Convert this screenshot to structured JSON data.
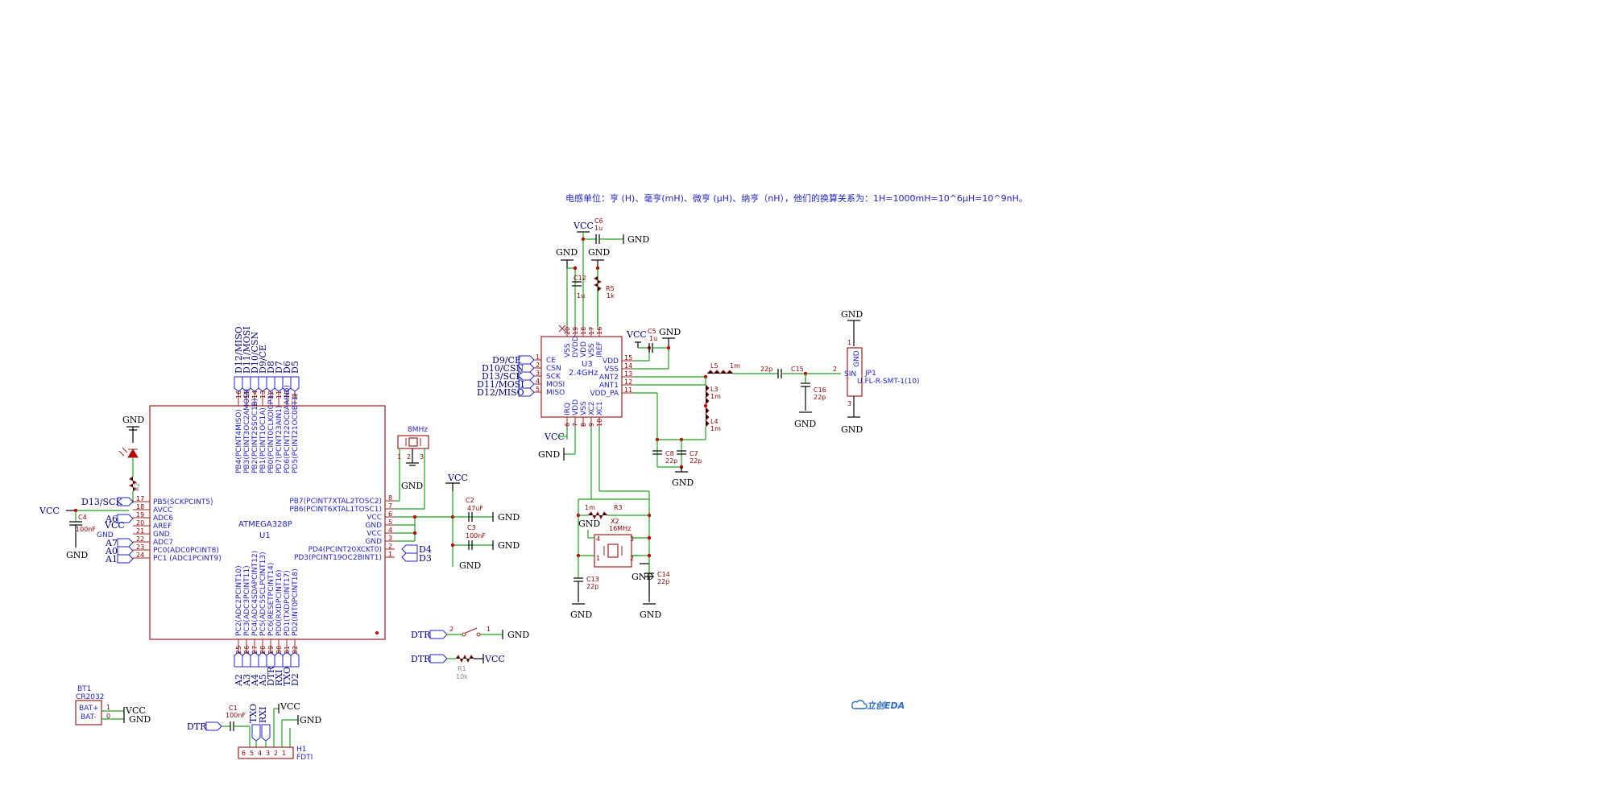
{
  "note": "电感单位：亨 (H)、毫亨(mH)、微亨 (μH)、纳亨（nH），他们的换算关系为：1H=1000mH=10^6μH=10^9nH。",
  "logo": "立创EDA",
  "mcu": {
    "name": "ATMEGA328P",
    "ref": "U1",
    "left_pins": [
      {
        "num": "17",
        "name": "PB5(SCKPCINT5)",
        "net": "D13/SCK"
      },
      {
        "num": "18",
        "name": "AVCC",
        "net": ""
      },
      {
        "num": "19",
        "name": "ADC6",
        "net": "A6"
      },
      {
        "num": "20",
        "name": "AREF",
        "net": ""
      },
      {
        "num": "21",
        "name": "GND",
        "net": ""
      },
      {
        "num": "22",
        "name": "ADC7",
        "net": "A7"
      },
      {
        "num": "23",
        "name": "PC0(ADC0PCINT8)",
        "net": "A0"
      },
      {
        "num": "24",
        "name": "PC1 (ADC1PCINT9)",
        "net": "A1"
      }
    ],
    "right_pins": [
      {
        "num": "8",
        "name": "PB7(PCINT7XTAL2TOSC2)"
      },
      {
        "num": "7",
        "name": "PB6(PCINT6XTAL1TOSC1)"
      },
      {
        "num": "6",
        "name": "VCC"
      },
      {
        "num": "5",
        "name": "GND"
      },
      {
        "num": "4",
        "name": "VCC"
      },
      {
        "num": "3",
        "name": "GND"
      },
      {
        "num": "2",
        "name": "PD4(PCINT20XCKT0)",
        "net": "D4"
      },
      {
        "num": "1",
        "name": "PD3(PCINT19OC2BINT1)",
        "net": "D3"
      }
    ],
    "top_pins": [
      {
        "num": "16",
        "name": "PB4(PCINT4MISO)",
        "net": "D12/MISO"
      },
      {
        "num": "15",
        "name": "PB3(PCINT3OC2AMOSI)",
        "net": "D11/MOSI"
      },
      {
        "num": "14",
        "name": "PB2(PCINT2SSOC1B)",
        "net": "D10/CSN"
      },
      {
        "num": "13",
        "name": "PB1(PCINT1OC1A)",
        "net": "D9/CE"
      },
      {
        "num": "12",
        "name": "PB0(PCINT0CLKOICP1)",
        "net": "D8"
      },
      {
        "num": "11",
        "name": "PD7(PCINT23AIN1)",
        "net": "D7"
      },
      {
        "num": "10",
        "name": "PD6(PCINT22OC0AAIN0)",
        "net": "D6"
      },
      {
        "num": "9",
        "name": "PD5(PCINT21OC0BT1)",
        "net": "D5"
      }
    ],
    "bottom_pins": [
      {
        "num": "25",
        "name": "PC2(ADC2PCINT10)",
        "net": "A2"
      },
      {
        "num": "26",
        "name": "PC3(ADC3PCINT11)",
        "net": "A3"
      },
      {
        "num": "27",
        "name": "PC4(ADC4SDAPCINT12)",
        "net": "A4"
      },
      {
        "num": "28",
        "name": "PC5(ADC5SCLPCINT13)",
        "net": "A5"
      },
      {
        "num": "29",
        "name": "PC6(RESETPCINT14)",
        "net": "DTR"
      },
      {
        "num": "30",
        "name": "PD0(RXDPCINT16)",
        "net": "RXI"
      },
      {
        "num": "31",
        "name": "PD1(TXDPCINT17)",
        "net": "TXO"
      },
      {
        "num": "32",
        "name": "PD2(INT0PCINT18)",
        "net": "D2"
      }
    ]
  },
  "rf": {
    "name": "2.4GHz",
    "ref": "U3",
    "left_pins": [
      {
        "num": "1",
        "name": "CE",
        "net": "D9/CE"
      },
      {
        "num": "2",
        "name": "CSN",
        "net": "D10/CSN"
      },
      {
        "num": "3",
        "name": "SCK",
        "net": "D13/SCK"
      },
      {
        "num": "4",
        "name": "MOSI",
        "net": "D11/MOSI"
      },
      {
        "num": "5",
        "name": "MISO",
        "net": "D12/MISO"
      }
    ],
    "top_pins": [
      {
        "num": "20",
        "name": "VSS"
      },
      {
        "num": "19",
        "name": "DVDD"
      },
      {
        "num": "18",
        "name": "VDD"
      },
      {
        "num": "17",
        "name": "VSS"
      },
      {
        "num": "16",
        "name": "IREF"
      }
    ],
    "right_pins": [
      {
        "num": "15",
        "name": "VDD"
      },
      {
        "num": "14",
        "name": "VSS"
      },
      {
        "num": "13",
        "name": "ANT2"
      },
      {
        "num": "12",
        "name": "ANT1"
      },
      {
        "num": "11",
        "name": "VDD_PA"
      }
    ],
    "bottom_pins": [
      {
        "num": "6",
        "name": "IRQ"
      },
      {
        "num": "7",
        "name": "VDD"
      },
      {
        "num": "8",
        "name": "VSS"
      },
      {
        "num": "9",
        "name": "XC2"
      },
      {
        "num": "10",
        "name": "XC1"
      }
    ]
  },
  "labels": {
    "vcc": "VCC",
    "gnd": "GND",
    "dtr": "DTR",
    "d13sck": "D13/SCK",
    "a6": "A6",
    "a7": "A7",
    "a0": "A0",
    "a1": "A1",
    "d4": "D4",
    "d3": "D3",
    "d9ce": "D9/CE",
    "d10csn": "D10/CSN",
    "d13sck2": "D13/SCK",
    "d11mosi": "D11/MOSI",
    "d12miso": "D12/MISO",
    "txo": "TXO",
    "rxi": "RXI"
  },
  "components": {
    "c4": {
      "ref": "C4",
      "value": "100nF"
    },
    "c1": {
      "ref": "C1",
      "value": "100nF"
    },
    "c2": {
      "ref": "C2",
      "value": "47uF"
    },
    "c3": {
      "ref": "C3",
      "value": "100nF"
    },
    "x1": {
      "value": "8MHz"
    },
    "r2": {
      "ref": "R2"
    },
    "c6": {
      "ref": "C6",
      "value": "1u"
    },
    "c12": {
      "ref": "C12",
      "value": "1u"
    },
    "r5": {
      "ref": "R5",
      "value": "1k"
    },
    "c5": {
      "ref": "C5",
      "value": "1u"
    },
    "l5": {
      "ref": "L5",
      "value": "1m"
    },
    "l3": {
      "ref": "L3",
      "value": "1m"
    },
    "l4": {
      "ref": "L4",
      "value": "1m"
    },
    "c15": {
      "ref": "C15",
      "value": "22p"
    },
    "c16": {
      "ref": "C16",
      "value": "22p"
    },
    "c8": {
      "ref": "C8",
      "value": "22p"
    },
    "c7": {
      "ref": "C7",
      "value": "22p"
    },
    "r3": {
      "ref": "R3",
      "value": "1m"
    },
    "x2": {
      "ref": "X2",
      "value": "16MHz"
    },
    "c13": {
      "ref": "C13",
      "value": "22p"
    },
    "c14": {
      "ref": "C14",
      "value": "22p"
    },
    "jp1": {
      "ref": "JP1",
      "value": "U.FL-R-SMT-1(10)",
      "pin_sin": "SIN",
      "pin_gnd": "GND",
      "num1": "1",
      "num2": "2",
      "num3": "3"
    },
    "r1": {
      "ref": "R1",
      "value": "10k"
    },
    "sw": {
      "num1": "1",
      "num2": "2"
    },
    "bt1": {
      "ref": "BT1",
      "value": "CR2032",
      "plus": "BAT+",
      "minus": "BAT-",
      "num1": "1",
      "num0": "0"
    },
    "h1": {
      "ref": "H1",
      "value": "FDTI",
      "pins": [
        "6",
        "5",
        "4",
        "3",
        "2",
        "1"
      ]
    }
  }
}
